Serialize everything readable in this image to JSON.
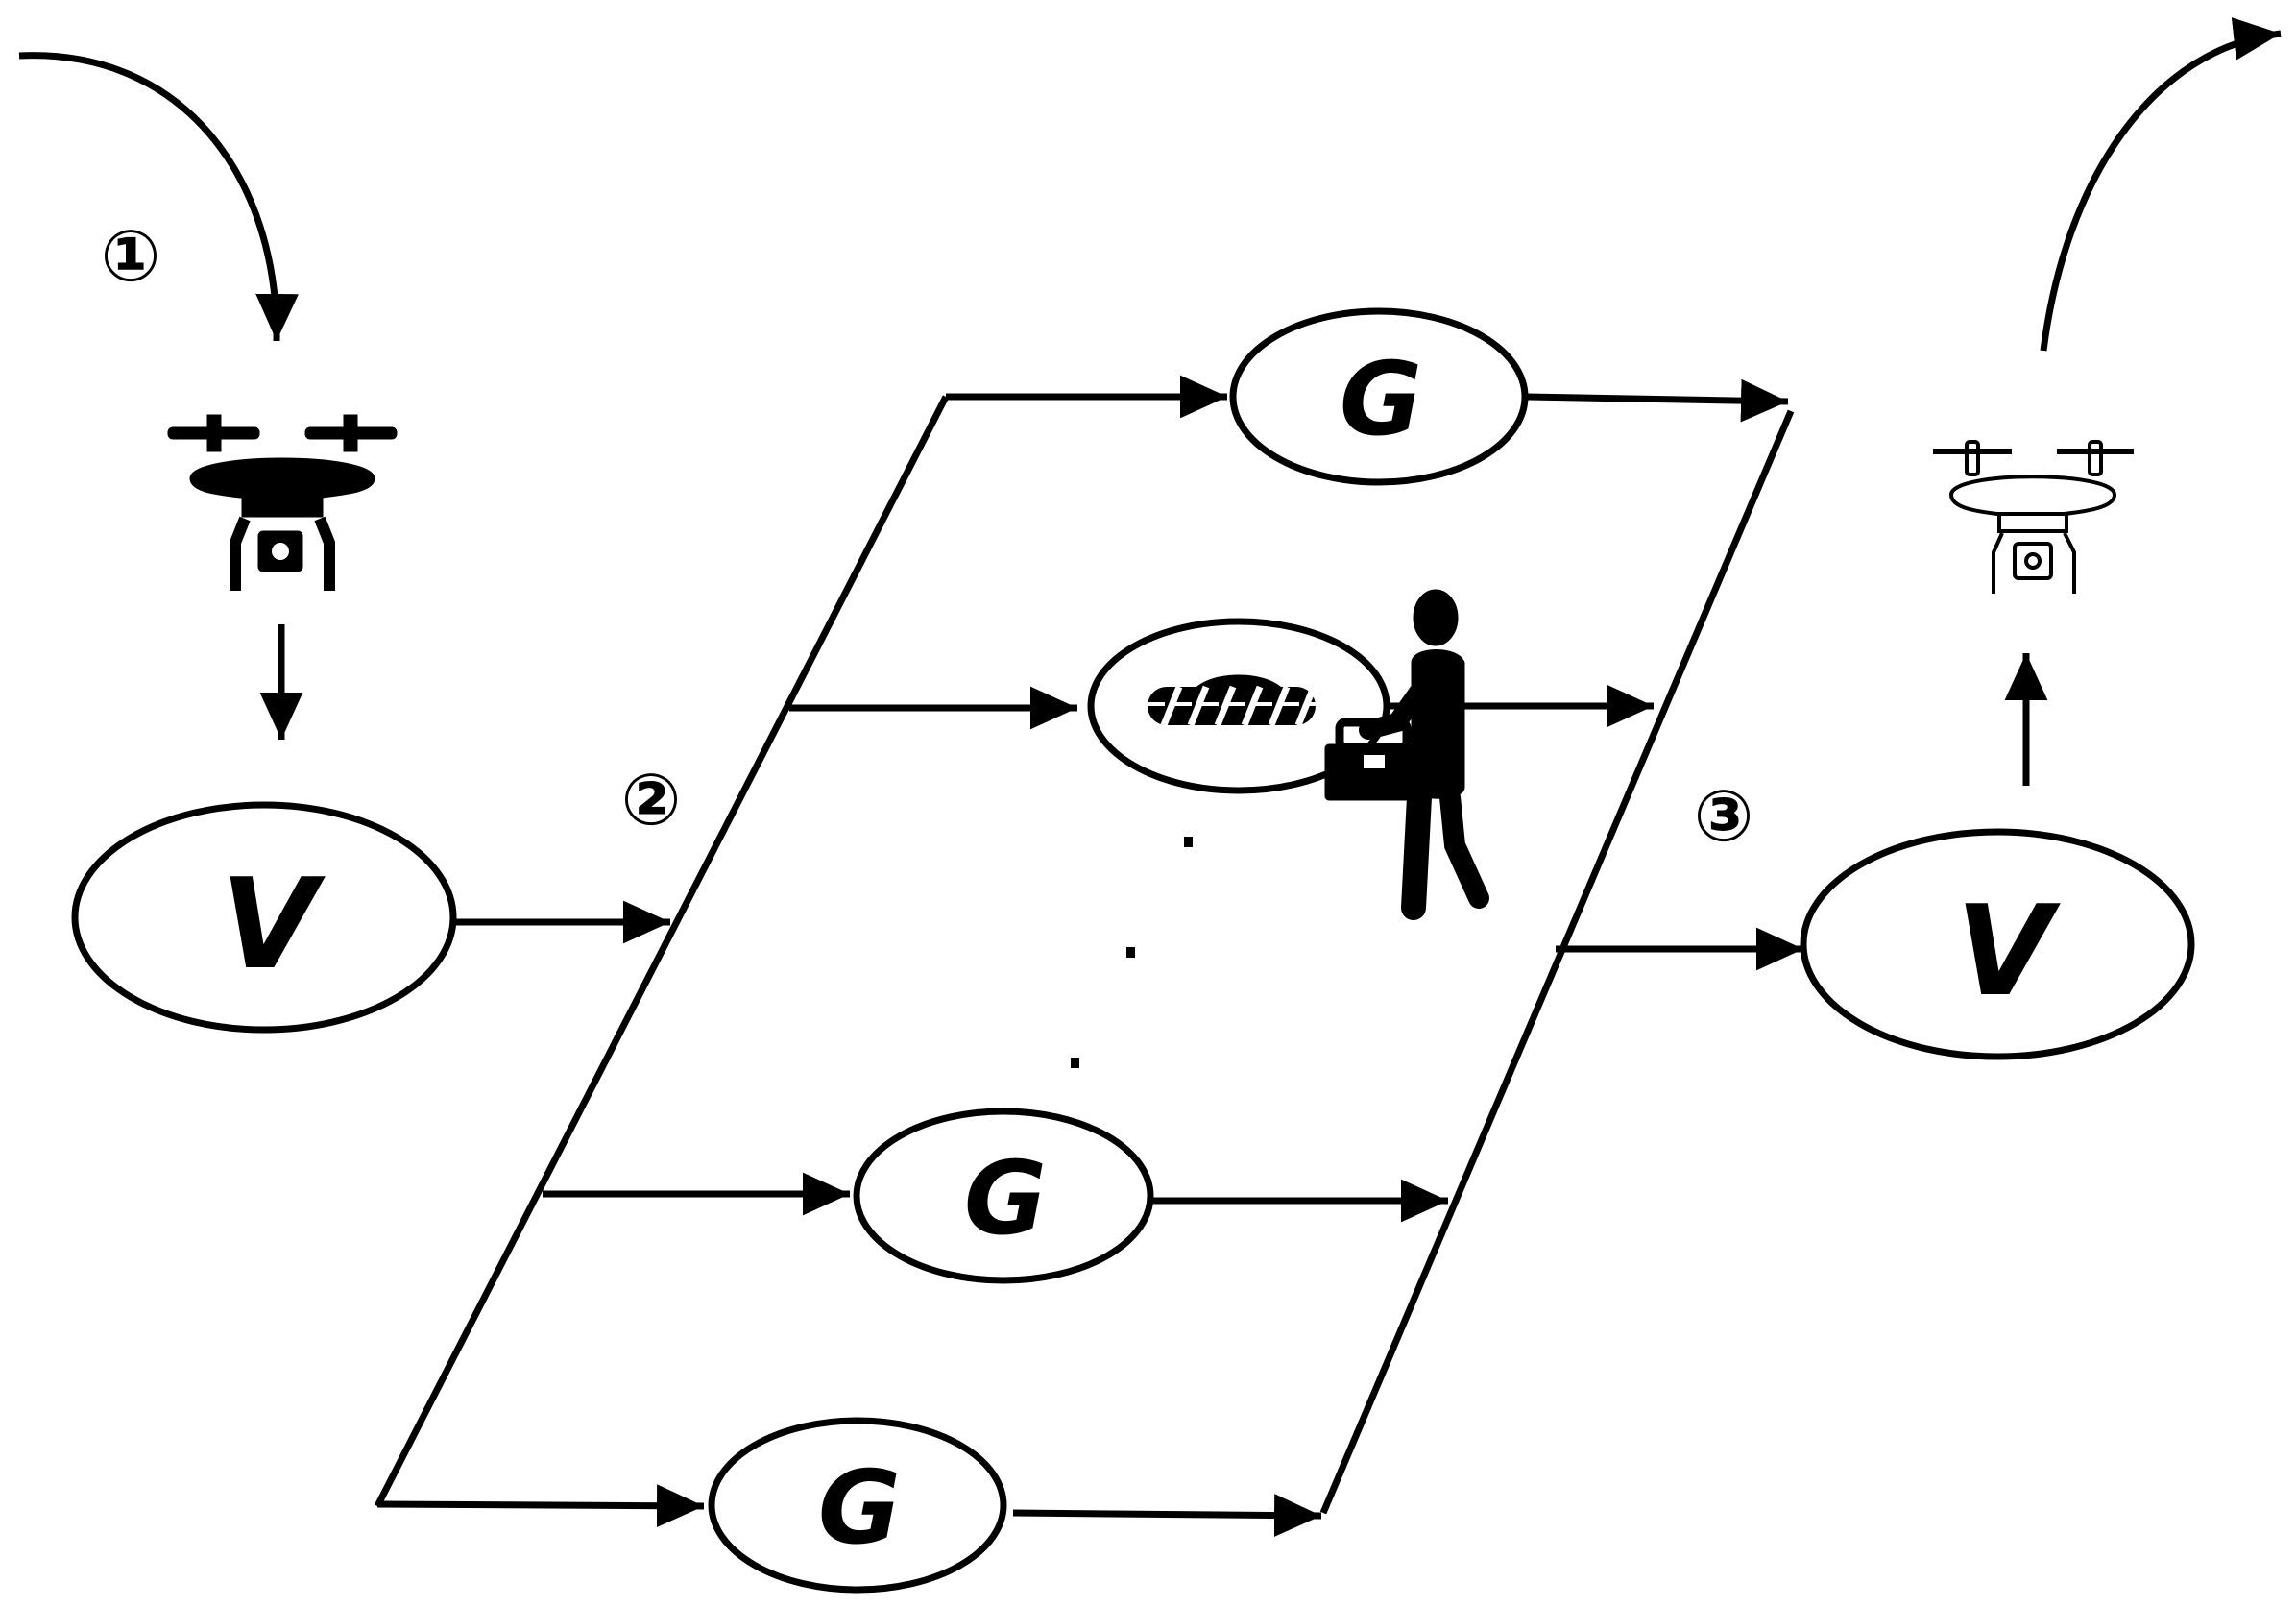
{
  "steps": {
    "step1": "①",
    "step2": "②",
    "step3": "③"
  },
  "nodes": {
    "v_left": "V",
    "v_right": "V",
    "g_top": "G",
    "g_middle": "G",
    "g_bottom": "G"
  },
  "icons": {
    "drone_arriving": "drone-solid-icon",
    "drone_departing": "drone-outline-icon",
    "worker": "worker-with-toolbox-icon",
    "faulty_node": "damaged-component-icon",
    "ellipsis": "vertical-dots-icon"
  },
  "colors": {
    "stroke": "#000000",
    "background": "#ffffff"
  }
}
